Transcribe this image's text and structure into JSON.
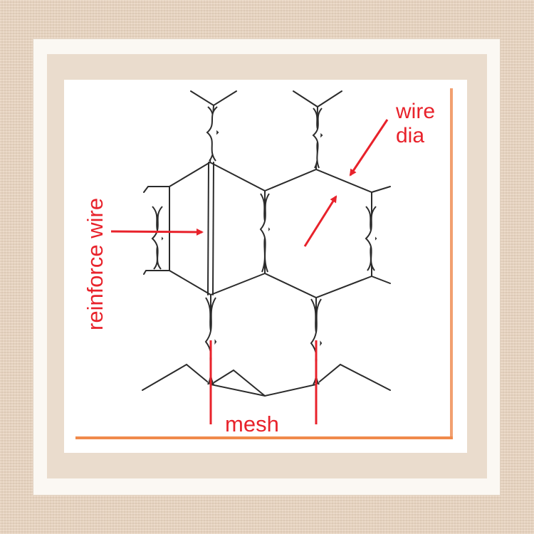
{
  "labels": {
    "wire_dia_line1": "wire",
    "wire_dia_line2": "dia",
    "reinforce_wire": "reinforce wire",
    "mesh": "mesh"
  },
  "colors": {
    "annotation": "#e8222b",
    "wire": "#2b2b2b",
    "frame_outer": "#fbf8f3",
    "background": "#e8d4bf"
  }
}
